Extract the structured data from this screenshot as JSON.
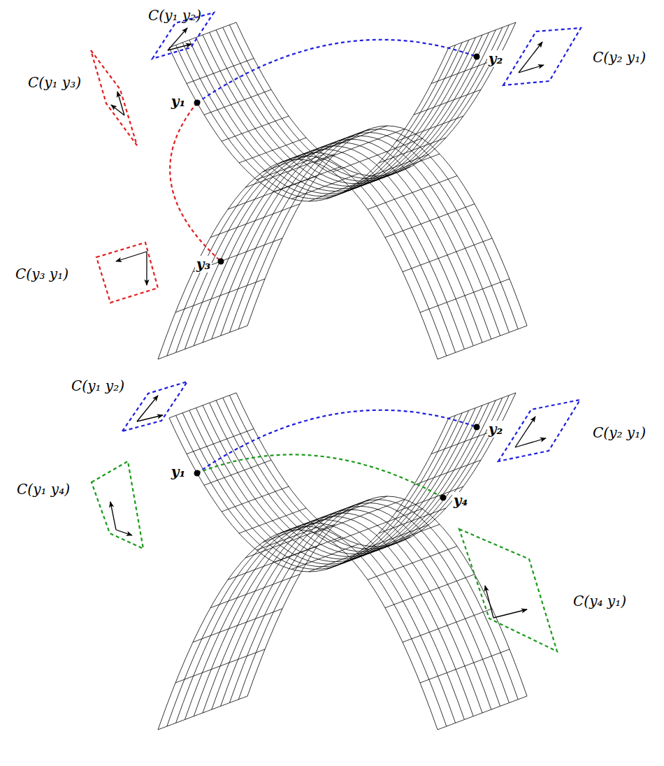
{
  "diagram": {
    "nodes": [
      {
        "text": [
          "C(y₁ y₂)"
        ]
      },
      {
        "text": [
          "C(y₂ y₁)"
        ]
      },
      {
        "text": [
          "C(y₁ y₃)"
        ]
      },
      {
        "text": [
          "C(y₃ y₁)"
        ]
      },
      {
        "text": [
          "C(y₁ y₂)"
        ]
      },
      {
        "text": [
          "C(y₂ y₁)"
        ]
      },
      {
        "text": [
          "C(y₁ y₄)"
        ]
      },
      {
        "text": [
          "C(y₄ y₁)"
        ]
      }
    ],
    "labels": [
      "y₁",
      "y₂",
      "y₃",
      "y₁",
      "y₂",
      "y₄"
    ]
  }
}
